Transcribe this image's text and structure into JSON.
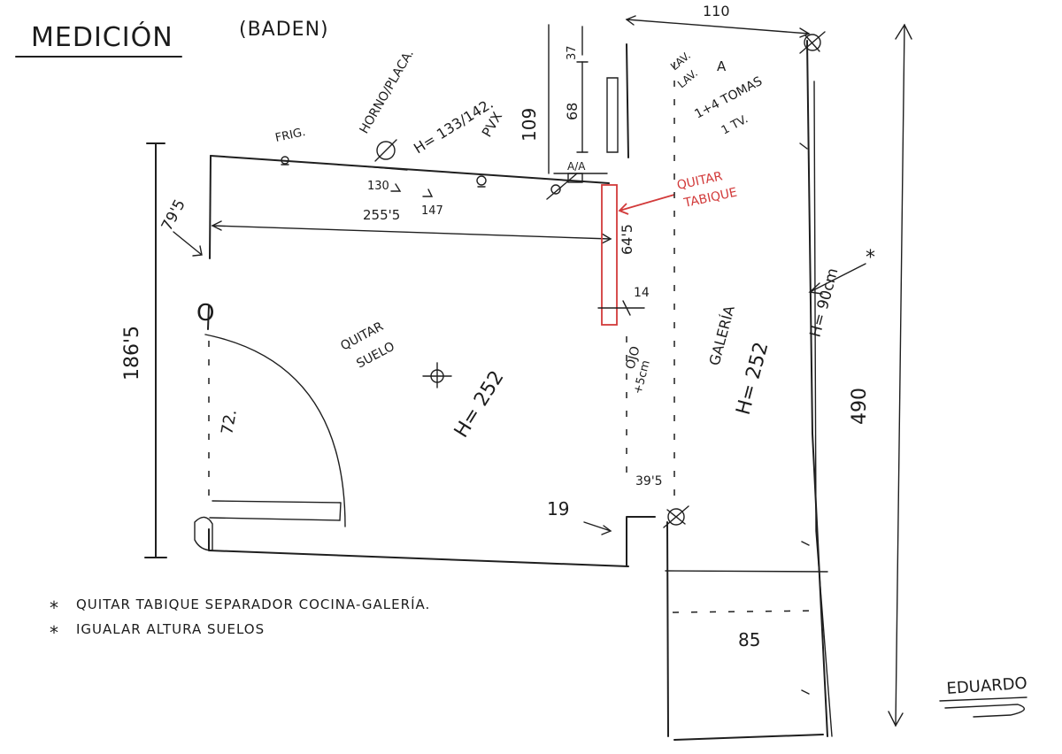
{
  "header": {
    "title": "MEDICIÓN",
    "subtitle": "(BADEN)"
  },
  "labels": {
    "frig": "FRIG.",
    "horno_placa": "HORNO/PLACA.",
    "height_marks": "H= 133/142.",
    "pvx": "PVX",
    "dim_109": "109",
    "dim_130": "130",
    "dim_147": "147",
    "dim_255": "255'5",
    "dim_79": "79'5",
    "dim_186": "186'5",
    "dim_72": "72.",
    "circle_o": "O",
    "quitar_suelo_1": "QUITAR",
    "quitar_suelo_2": "SUELO",
    "h_252_kitchen": "H= 252",
    "dim_19": "19",
    "dim_110": "110",
    "dim_37": "37",
    "dim_68": "68",
    "aa": "A/A",
    "dim_64": "64'5",
    "dim_14": "14",
    "dim_39": "39'5",
    "ojo": "OJO",
    "ojo_note": "+5cm",
    "lav_1": "LAV.",
    "lav_2": "LAV.",
    "lav_a": "A",
    "tomas": "1+4 TOMAS",
    "tv": "1 TV.",
    "galeria": "GALERÍA",
    "h_252_gallery": "H= 252",
    "h_90": "H= 90cm",
    "dim_490": "490",
    "dim_85": "85",
    "asterisk": "*",
    "quitar_tabique_1": "QUITAR",
    "quitar_tabique_2": "TABIQUE"
  },
  "notes": [
    {
      "bullet": "*",
      "text": "QUITAR TABIQUE SEPARADOR COCINA-GALERÍA."
    },
    {
      "bullet": "*",
      "text": "IGUALAR ALTURA SUELOS"
    }
  ],
  "signature": "EDUARDO",
  "colors": {
    "ink": "#1f1f1f",
    "highlight": "#d23a3a",
    "paper": "#ffffff"
  }
}
